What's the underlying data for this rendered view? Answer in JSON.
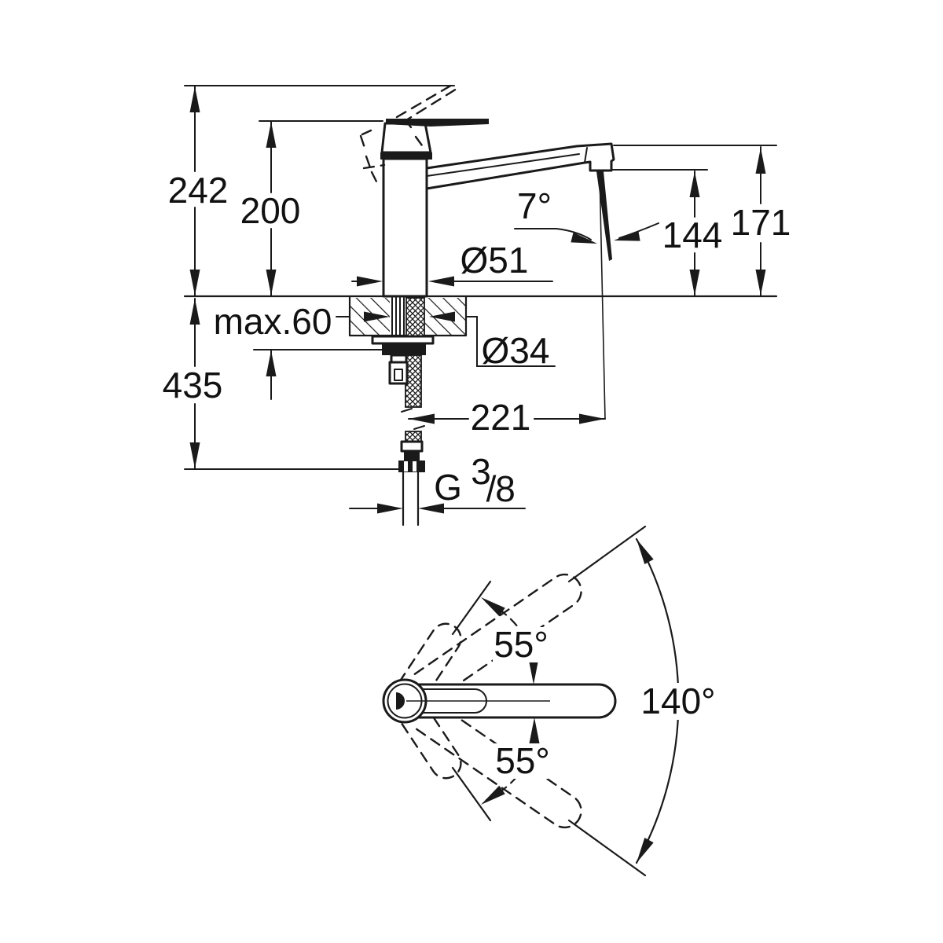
{
  "colors": {
    "ink": "#1a1a1a",
    "paper": "#ffffff"
  },
  "side_view": {
    "overall_height": "242",
    "height_to_spout": "200",
    "spout_angle": "7°",
    "body_diameter": "Ø51",
    "outlet_height": "144",
    "spout_top_height": "171",
    "deck_thickness": "max.60",
    "hole_diameter": "Ø34",
    "below_deck_length": "435",
    "spout_reach": "221",
    "thread": {
      "prefix": "G",
      "numerator": "3",
      "slash": "/",
      "denominator": "8"
    }
  },
  "top_view": {
    "swivel_upper": "55°",
    "swivel_lower": "55°",
    "swivel_total": "140°"
  }
}
